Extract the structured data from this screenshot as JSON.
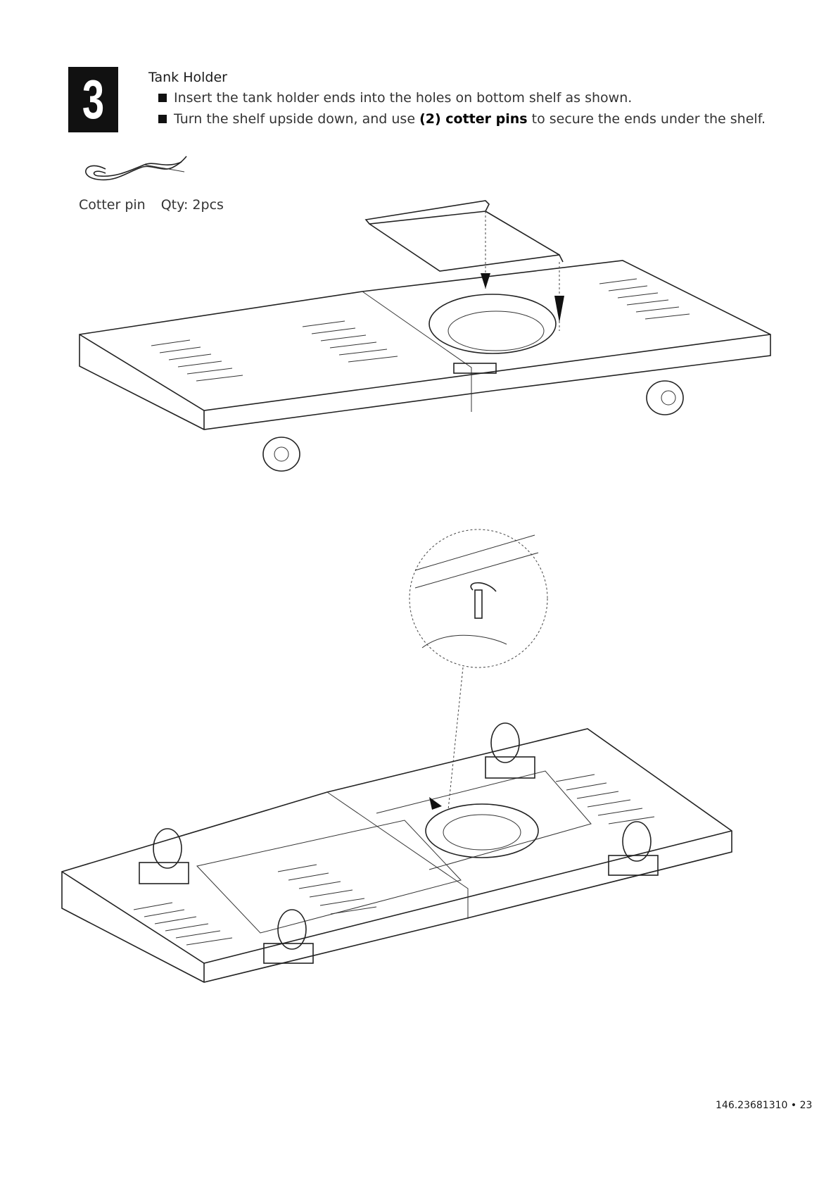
{
  "step": {
    "number": "3",
    "title": "Tank Holder"
  },
  "instructions": [
    {
      "text": "Insert the tank holder ends into the holes on bottom shelf as shown."
    },
    {
      "pre": "Turn the shelf upside down, and use ",
      "bold": "(2) cotter pins",
      "post": " to secure the ends under the shelf."
    }
  ],
  "part": {
    "name": "Cotter pin",
    "qty": "Qty: 2pcs",
    "icon": "cotter-pin-icon"
  },
  "footer": {
    "page_label": "146.23681310 • 23"
  },
  "colors": {
    "ink": "#111111",
    "paper": "#ffffff"
  }
}
